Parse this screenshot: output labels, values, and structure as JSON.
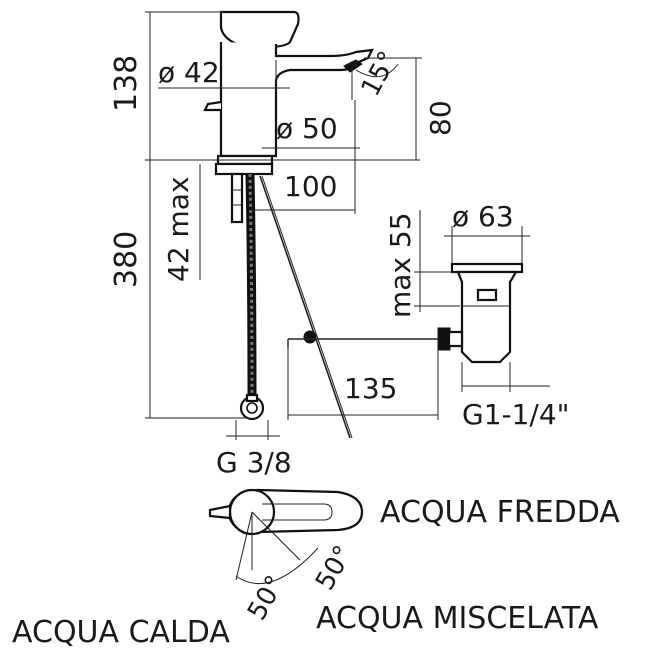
{
  "dimensions": {
    "height_total": "138",
    "body_diameter": "ø 42",
    "spout_angle": "15°",
    "base_diameter": "ø 50",
    "spout_height": "80",
    "spout_reach": "100",
    "deck_thickness": "42 max",
    "hose_length": "380",
    "waste_diameter": "ø 63",
    "waste_height": "max 55",
    "rod_length": "135",
    "hose_thread": "G 3/8",
    "waste_thread": "G1-1/4\""
  },
  "handle_angles": {
    "left": "50°",
    "right": "50°"
  },
  "labels": {
    "cold": "ACQUA FREDDA",
    "hot": "ACQUA CALDA",
    "mixed": "ACQUA MISCELATA"
  }
}
